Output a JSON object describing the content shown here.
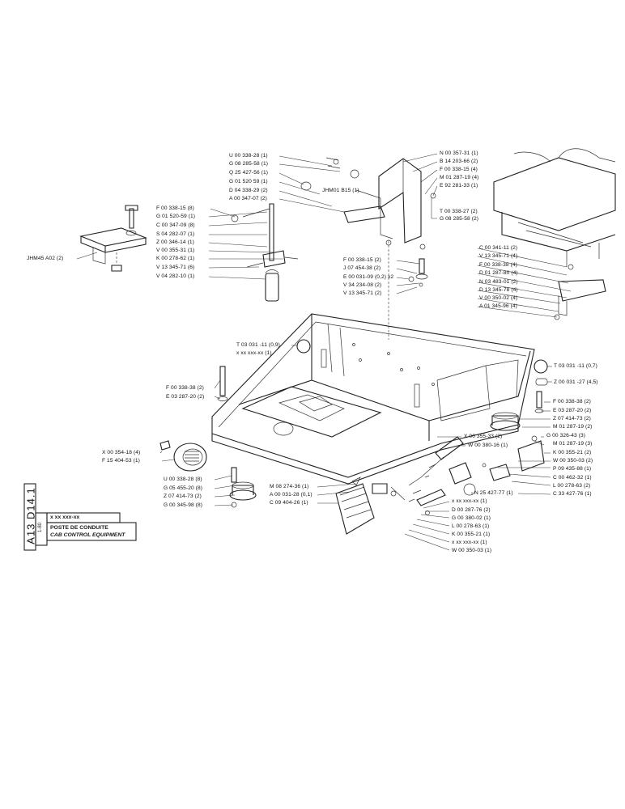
{
  "document": {
    "code": "A13  D14.1",
    "ref": "x xx  xxx-xx",
    "date": "1-80",
    "title_fr": "POSTE DE CONDUITE",
    "title_en": "CAB CONTROL EQUIPMENT"
  },
  "callouts": {
    "u_338_28_top": "U 00 338-28 (1)",
    "g_08_285_58_top": "G 08 285-58 (1)",
    "q_25_427_56": "Q 25 427-56 (1)",
    "g_01_520_59_top": "G 01 520  59 (1)",
    "d_04_338_29": "D 04 338-29 (2)",
    "a_00_347_07": "A 00 347-07 (2)",
    "jhm01_b15": "JHM01 B15 (1)",
    "n_00_357_31": "N 00 357-31 (1)",
    "b_14_203_66": "B 14 203-66 (2)",
    "f_00_338_15_4_top": "F 00 338-15 (4)",
    "m_01_287_19_4": "M 01 287-19 (4)",
    "e_92_281_33": "E 92 281-33 (1)",
    "t_00_338_27": "T 00 338-27 (2)",
    "g_08_285_58_2": "G 08 285-58 (2)",
    "f_00_338_15_8": "F 00 338-15 (8)",
    "g_01_520_59_1": "G 01 520-59 (1)",
    "c_00_347_09": "C 00 347-09 (8)",
    "s_04_282_07": "S 04 282-07 (1)",
    "z_00_346_14": "Z 00 346-14 (1)",
    "v_00_355_31": "V 00 355-31 (1)",
    "k_00_278_62": "K 00 278-62 (1)",
    "v_13_345_71_6": "V 13 345-71 (6)",
    "v_04_282_10": "V 04 282-10 (1)",
    "jhm45_a02": "JHM45  A02 (2)",
    "f_00_338_15_2": "F 00 338-15 (2)",
    "j_07_454_38": "J 07 454-38 (2)",
    "e_00_031_09": "E 00 031-09 (0,2) x2",
    "v_34_234_08": "V 34 234-08 (2)",
    "v_13_345_71_2": "V 13 345-71 (2)",
    "c_00_341_11": "C 00 341-11 (2)",
    "v_13_345_71_4": "V 13 345-71 (4)",
    "f_00_338_38_4": "F 00 338-38 (4)",
    "d_01_287_80": "D 01 287-80 (4)",
    "n_03_483_01": "N 03 483-01 (2)",
    "d_13_345_78": "D 13 345-78 (4)",
    "v_00_350_02_4": "V 00 350-02 (4)",
    "a_01_345_96": "A 01 345-96 (4)",
    "t_03_031_11_09": "T 03 031 -11 (0,9)",
    "x_xx_xxx_xx_left": "x xx xxx-xx (1)",
    "t_03_031_11_07": "T 03 031 -11 (0,7)",
    "z_00_031_27": "Z 00 031 -27 (4,5)",
    "f_00_338_38_2_left": "F 00 338-38 (2)",
    "e_03_287_20_2_left": "E 03 287-20 (2)",
    "f_00_338_38_2_right": "F 00 338-38 (2)",
    "e_03_287_20_2_right": "E 03 287-20 (2)",
    "z_07_414_73_2_right": "Z 07 414-73 (2)",
    "m_01_287_19_2": "M 01 287-19 (2)",
    "g_00_326_43": "G 00 326-43 (3)",
    "m_01_287_19_3": "M 01 287-19 (3)",
    "k_00_355_21_2": "K 00 355-21 (2)",
    "w_00_350_03_2": "W 00 350-03 (2)",
    "x_00_355_33": "X 00 355-33 (2)",
    "w_00_380_16": "W 00 380-16 (1)",
    "x_00_354_18": "X 00 354-18 (4)",
    "f_15_404_53": "F 15 404-53 (1)",
    "p_09_435_88": "P 09 435-88 (1)",
    "c_00_462_32": "C 00 462-32 (1)",
    "l_00_278_63_2": "L 00 278-63 (2)",
    "c_33_427_76": "C 33 427-76 (1)",
    "n_25_427_77": "N 25 427-77 (1)",
    "x_xx_xxx_xx_mid": "x xx xxx-xx (1)",
    "d_00_287_76": "D 00 287-76 (2)",
    "g_00_380_02": "G 00 380-02 (1)",
    "l_00_278_63_1": "L 00 278-63 (1)",
    "k_00_355_21_1": "K 00 355-21 (1)",
    "x_xx_xxx_xx_low": "x xx xxx-xx (1)",
    "w_00_350_03_1": "W 00 350-03 (1)",
    "u_00_338_28_8": "U 00 338-28 (8)",
    "g_05_455_20": "G 05 455-20 (8)",
    "z_07_414_73_2_left": "Z 07 414-73 (2)",
    "g_00_345_98": "G 00 345-98 (8)",
    "m_08_274_36": "M 08 274-36 (1)",
    "a_00_031_28": "A 00 031-28 (0,1)",
    "c_09_404_26": "C 09 404-26 (1)"
  }
}
